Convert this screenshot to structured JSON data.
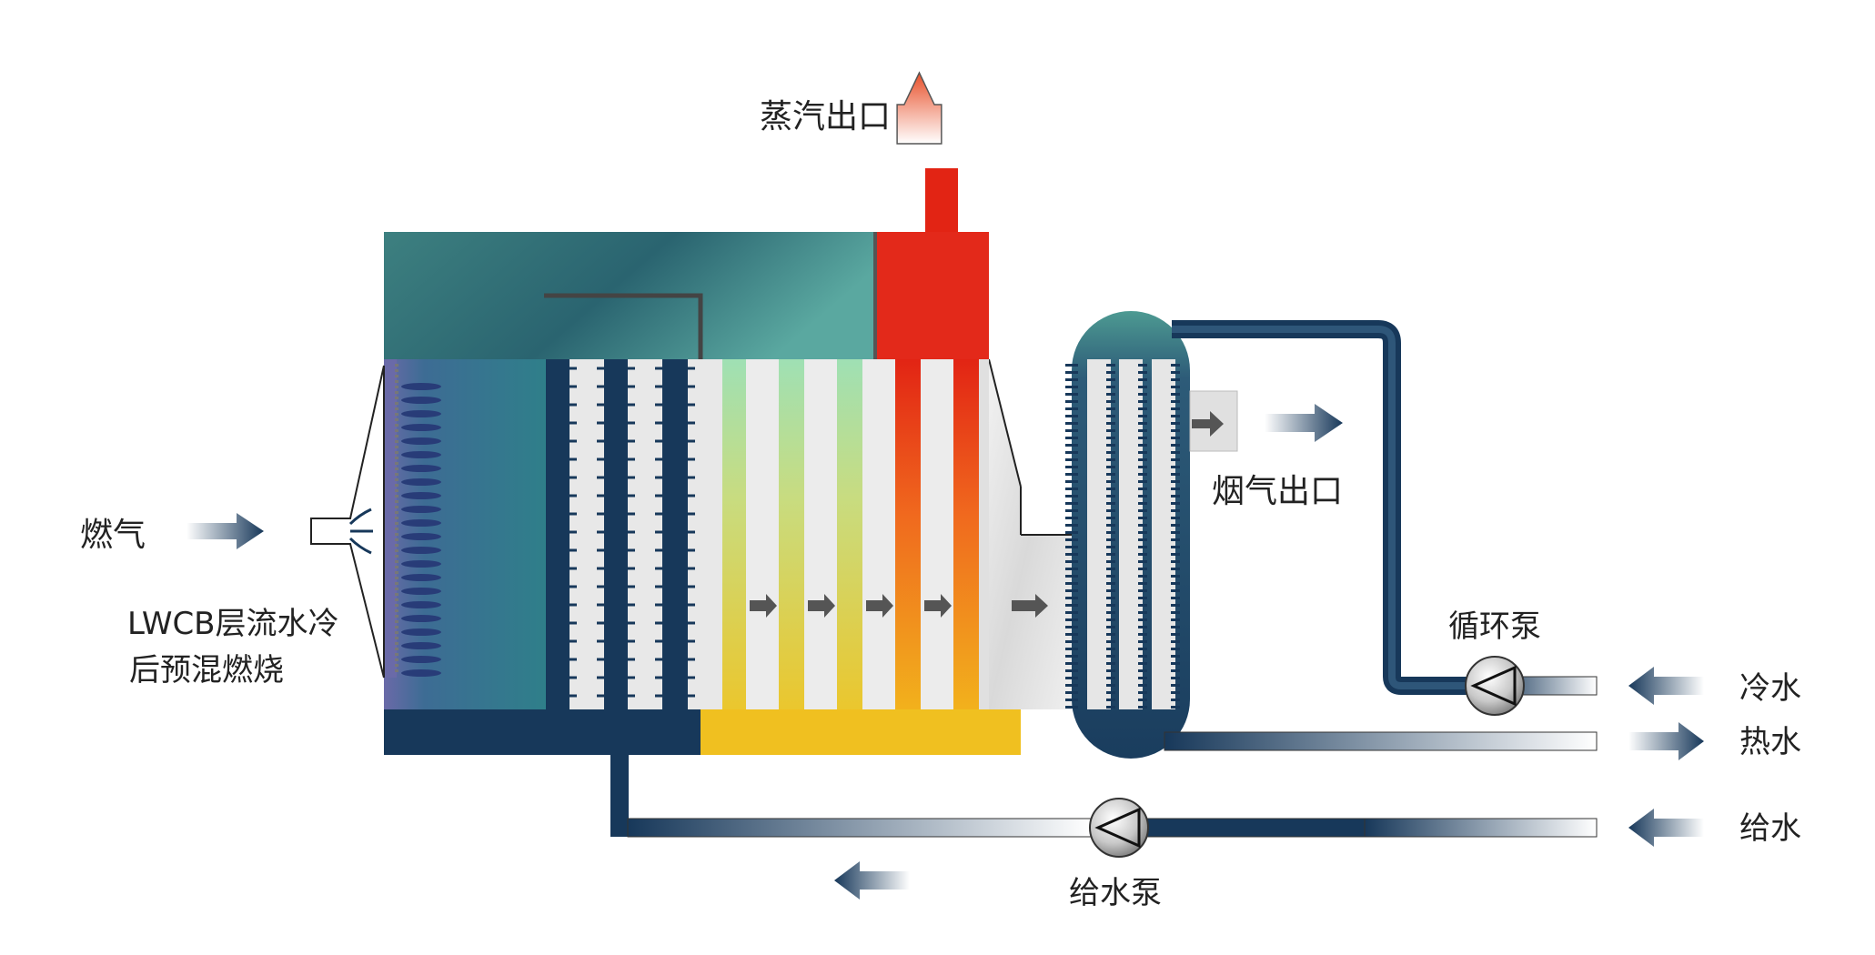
{
  "labels": {
    "steam_outlet": "蒸汽出口",
    "gas_inlet": "燃气",
    "burner_line1": "LWCB层流水冷",
    "burner_line2": "后预混燃烧",
    "flue_outlet": "烟气出口",
    "circulation_pump": "循环泵",
    "cold_water": "冷水",
    "hot_water": "热水",
    "feed_water": "给水",
    "feed_pump": "给水泵"
  },
  "colors": {
    "pipe_dark": "#17385a",
    "steam_red": "#e32a14",
    "flame_yellow": "#f0c020",
    "shell_teal": "#3f8c8c",
    "burner_purple": "#6a6aa8"
  }
}
